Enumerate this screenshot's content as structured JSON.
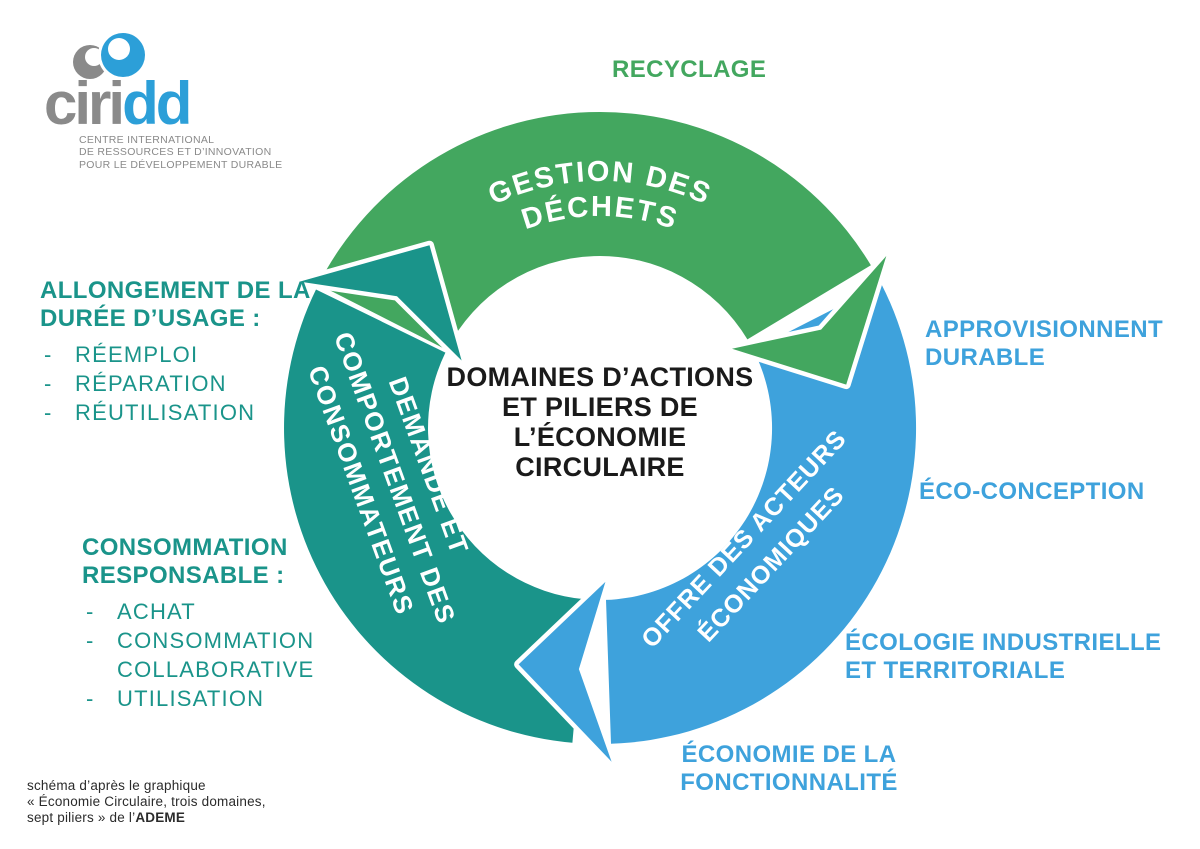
{
  "colors": {
    "green": "#43A75F",
    "blue": "#3EA2DC",
    "teal": "#1A948A",
    "logo_gray": "#8A8A8A",
    "logo_blue": "#2C9FD8",
    "title_black": "#1A1A1A"
  },
  "logo": {
    "name_gray": "ciri",
    "name_blue": "dd",
    "tagline": [
      "CENTRE INTERNATIONAL",
      "DE RESSOURCES ET D’INNOVATION",
      "POUR LE DÉVELOPPEMENT DURABLE"
    ]
  },
  "center_title": {
    "lines": [
      "DOMAINES D’ACTIONS",
      "ET PILIERS DE",
      "L’ÉCONOMIE",
      "CIRCULAIRE"
    ]
  },
  "ring": {
    "green_segment": {
      "label_line1": "GESTION DES",
      "label_line2": "DÉCHETS"
    },
    "blue_segment": {
      "label_line1": "OFFRE DES ACTEURS",
      "label_line2": "ÉCONOMIQUES"
    },
    "teal_segment": {
      "label_line1": "DEMANDE ET",
      "label_line2": "COMPORTEMENT DES",
      "label_line3": "CONSOMMATEURS"
    }
  },
  "pillars": {
    "recyclage": "RECYCLAGE",
    "approvisionnement": {
      "lines": [
        "APPROVISIONNENT",
        "DURABLE"
      ]
    },
    "ecoconception": "ÉCO-CONCEPTION",
    "ecologie": {
      "lines": [
        "ÉCOLOGIE INDUSTRIELLE",
        "ET TERRITORIALE"
      ]
    },
    "fonctionnalite": {
      "lines": [
        "ÉCONOMIE DE LA",
        "FONCTIONNALITÉ"
      ]
    },
    "allongement": {
      "heading": [
        "ALLONGEMENT DE LA",
        "DURÉE D’USAGE :"
      ],
      "items": [
        {
          "b": "-",
          "t": "RÉEMPLOI"
        },
        {
          "b": "-",
          "t": "RÉPARATION"
        },
        {
          "b": "-",
          "t": "RÉUTILISATION"
        }
      ]
    },
    "consommation": {
      "heading": [
        "CONSOMMATION",
        "RESPONSABLE :"
      ],
      "items": [
        {
          "b": "-",
          "t": "ACHAT"
        },
        {
          "b": "-",
          "t": "CONSOMMATION"
        },
        {
          "b": "",
          "t": "COLLABORATIVE"
        },
        {
          "b": "-",
          "t": "UTILISATION"
        }
      ]
    }
  },
  "source_note": {
    "line1": "schéma d’après le graphique",
    "line2": "« Économie Circulaire, trois domaines,",
    "line3_pre": "sept piliers » de l’",
    "line3_bold": "ADEME"
  }
}
